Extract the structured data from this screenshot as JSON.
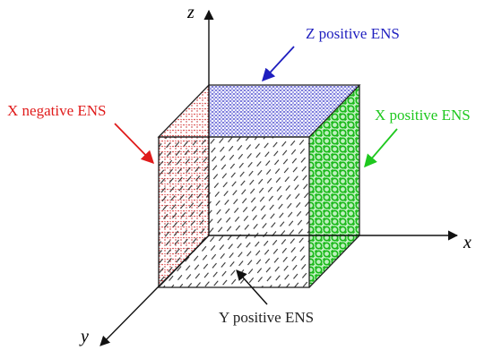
{
  "axes": {
    "x_label": "x",
    "y_label": "y",
    "z_label": "z"
  },
  "labels": {
    "z_positive": "Z positive ENS",
    "x_negative": "X negative ENS",
    "x_positive": "X positive ENS",
    "y_positive": "Y positive ENS"
  },
  "colors": {
    "z_positive": "#1f1fbf",
    "x_negative": "#e01b1b",
    "x_positive": "#1ec81e",
    "y_positive": "#222222",
    "edge": "#222222"
  }
}
